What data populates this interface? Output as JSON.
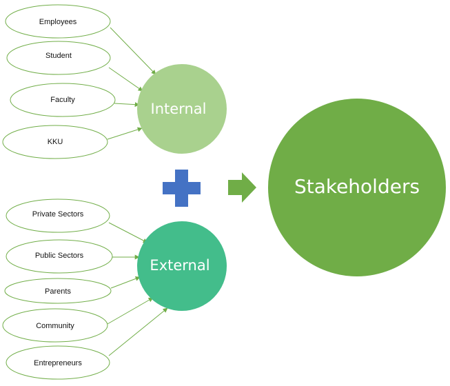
{
  "diagram": {
    "internal": {
      "label": "Internal",
      "color": "#a9d18e",
      "members": [
        "Employees",
        "Student",
        "Faculty",
        "KKU"
      ]
    },
    "external": {
      "label": "External",
      "color": "#43bd8b",
      "members": [
        "Private Sectors",
        "Public Sectors",
        "Parents",
        "Community",
        "Entrepreneurs"
      ]
    },
    "result": {
      "label": "Stakeholders",
      "color": "#70ad47"
    },
    "colors": {
      "oval_border": "#70ad47",
      "connector": "#70ad47",
      "plus": "#4472c4",
      "arrow": "#70ad47"
    }
  }
}
